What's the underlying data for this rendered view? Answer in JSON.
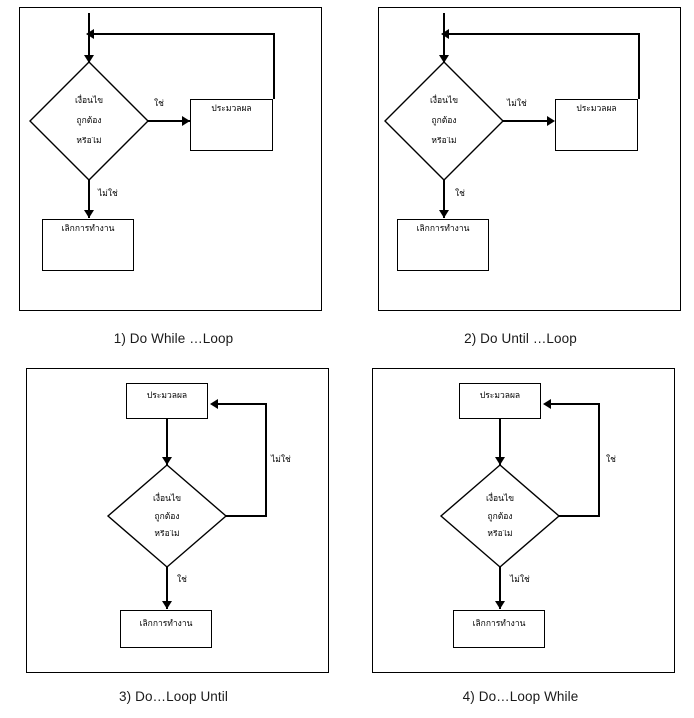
{
  "page": {
    "title": "Loop flowchart diagrams",
    "background": "#ffffff",
    "line_color": "#000000",
    "text_color": "#000000"
  },
  "labels": {
    "condition_line1": "เงื่อนไข",
    "condition_line2": "ถูกต้อง",
    "condition_line3": "หรือไม่",
    "process": "ประมวลผล",
    "terminate": "เลิกการทำงาน",
    "yes": "ใช่",
    "no": "ไม่ใช่"
  },
  "panels": [
    {
      "id": "do-while-loop",
      "caption": "1) Do While …Loop",
      "loop_kind": "pre-test",
      "decision": {
        "line1": "เงื่อนไข",
        "line2": "ถูกต้อง",
        "line3": "หรือไม่"
      },
      "process_box": "ประมวลผล",
      "terminal_box": "เลิกการทำงาน",
      "branch_right_label": "ใช่",
      "branch_down_label": "ไม่ใช่"
    },
    {
      "id": "do-until-loop",
      "caption": "2) Do Until …Loop",
      "loop_kind": "pre-test",
      "decision": {
        "line1": "เงื่อนไข",
        "line2": "ถูกต้อง",
        "line3": "หรือไม่"
      },
      "process_box": "ประมวลผล",
      "terminal_box": "เลิกการทำงาน",
      "branch_right_label": "ไม่ใช่",
      "branch_down_label": "ใช่"
    },
    {
      "id": "do-loop-until",
      "caption": "3) Do…Loop Until",
      "loop_kind": "post-test",
      "decision": {
        "line1": "เงื่อนไข",
        "line2": "ถูกต้อง",
        "line3": "หรือไม่"
      },
      "process_box": "ประมวลผล",
      "terminal_box": "เลิกการทำงาน",
      "branch_right_label": "ไม่ใช่",
      "branch_down_label": "ใช่"
    },
    {
      "id": "do-loop-while",
      "caption": "4) Do…Loop While",
      "loop_kind": "post-test",
      "decision": {
        "line1": "เงื่อนไข",
        "line2": "ถูกต้อง",
        "line3": "หรือไม่"
      },
      "process_box": "ประมวลผล",
      "terminal_box": "เลิกการทำงาน",
      "branch_right_label": "ใช่",
      "branch_down_label": "ไม่ใช่"
    }
  ]
}
